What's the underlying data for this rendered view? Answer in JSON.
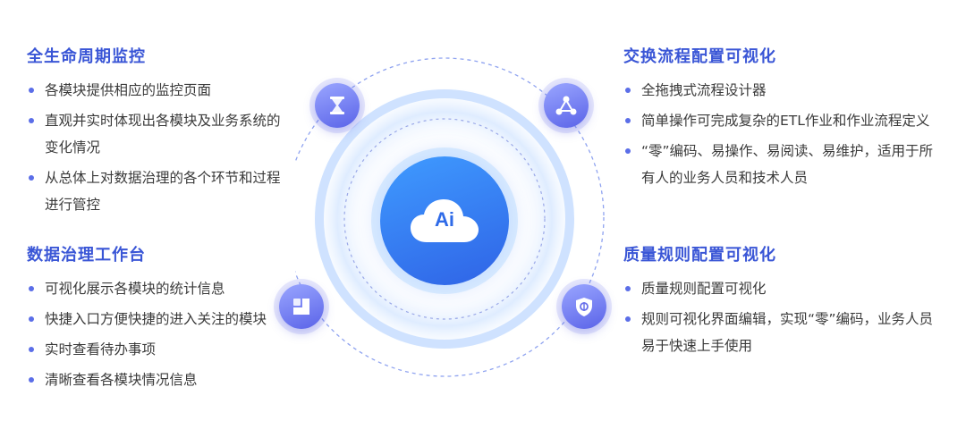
{
  "sections": {
    "lifecycle": {
      "title": "全生命周期监控",
      "items": [
        "各模块提供相应的监控页面",
        "直观并实时体现出各模块及业务系统的变化情况",
        "从总体上对数据治理的各个环节和过程进行管控"
      ]
    },
    "workbench": {
      "title": "数据治理工作台",
      "items": [
        "可视化展示各模块的统计信息",
        "快捷入口方便快捷的进入关注的模块",
        "实时查看待办事项",
        "清晰查看各模块情况信息"
      ]
    },
    "exchange": {
      "title": "交换流程配置可视化",
      "items": [
        "全拖拽式流程设计器",
        "简单操作可完成复杂的ETL作业和作业流程定义",
        "“零”编码、易操作、易阅读、易维护，适用于所有人的业务人员和技术人员"
      ]
    },
    "quality": {
      "title": "质量规则配置可视化",
      "items": [
        "质量规则配置可视化",
        "规则可视化界面编辑，实现“零”编码，业务人员易于快速上手使用"
      ]
    }
  },
  "hub": {
    "core_label": "Ai",
    "icons": {
      "top_left": "hourglass-icon",
      "top_right": "share-nodes-icon",
      "bottom_left": "layout-blocks-icon",
      "bottom_right": "shield-icon",
      "core": "cloud-icon"
    }
  },
  "colors": {
    "title": "#3a56d6",
    "bullet": "#5b6ee8",
    "core_gradient_start": "#3f9bff",
    "core_gradient_end": "#2f63e6",
    "node_gradient_start": "#9aa6ff",
    "node_gradient_end": "#5a63e8"
  }
}
